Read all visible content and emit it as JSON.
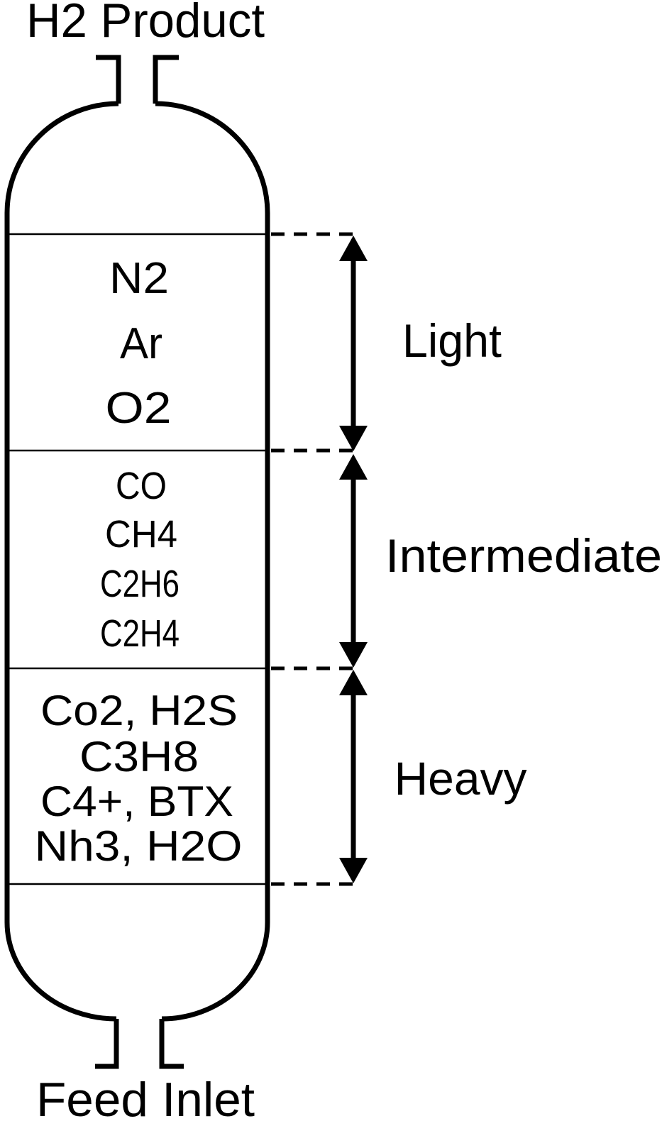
{
  "streams": {
    "top": "H2 Product",
    "bottom": "Feed Inlet"
  },
  "sections": [
    {
      "label": "Light",
      "components": [
        "N2",
        "Ar",
        "O2"
      ]
    },
    {
      "label": "Intermediate",
      "components": [
        "CO",
        "CH4",
        "C2H6",
        "C2H4"
      ]
    },
    {
      "label": "Heavy",
      "components": [
        "Co2, H2S",
        "C3H8",
        "C4+, BTX",
        "Nh3, H2O"
      ]
    }
  ],
  "colors": {
    "line": "#000000",
    "text": "#000000",
    "background": "#ffffff"
  }
}
